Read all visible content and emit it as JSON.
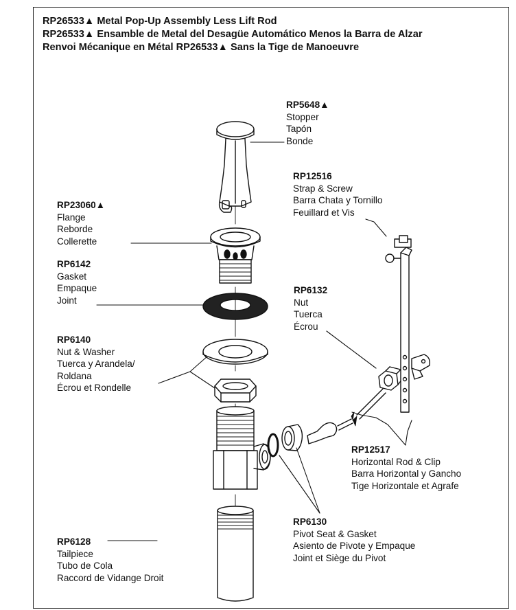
{
  "header": {
    "line1": "RP26533▲ Metal Pop-Up Assembly Less Lift Rod",
    "line2": "RP26533▲ Ensamble de Metal del Desagüe Automático Menos la Barra de Alzar",
    "line3": "Renvoi Mécanique en Métal RP26533▲ Sans la Tige de Manoeuvre"
  },
  "parts": [
    {
      "id": "stopper",
      "part_no": "RP5648▲",
      "names": [
        "Stopper",
        "Tapón",
        "Bonde"
      ]
    },
    {
      "id": "strap",
      "part_no": "RP12516",
      "names": [
        "Strap & Screw",
        "Barra Chata y Tornillo",
        "Feuillard et Vis"
      ]
    },
    {
      "id": "flange",
      "part_no": "RP23060▲",
      "names": [
        "Flange",
        "Reborde",
        "Collerette"
      ]
    },
    {
      "id": "gasket",
      "part_no": "RP6142",
      "names": [
        "Gasket",
        "Empaque",
        "Joint"
      ]
    },
    {
      "id": "nut",
      "part_no": "RP6132",
      "names": [
        "Nut",
        "Tuerca",
        "Écrou"
      ]
    },
    {
      "id": "nut-washer",
      "part_no": "RP6140",
      "names": [
        "Nut & Washer",
        "Tuerca y Arandela/",
        "Roldana",
        "Écrou et Rondelle"
      ]
    },
    {
      "id": "rod-clip",
      "part_no": "RP12517",
      "names": [
        "Horizontal Rod & Clip",
        "Barra Horizontal y Gancho",
        "Tige Horizontale et Agrafe"
      ]
    },
    {
      "id": "pivot-seat",
      "part_no": "RP6130",
      "names": [
        "Pivot Seat & Gasket",
        "Asiento de Pivote y Empaque",
        "Joint et Siège du Pivot"
      ]
    },
    {
      "id": "tailpiece",
      "part_no": "RP6128",
      "names": [
        "Tailpiece",
        "Tubo de Cola",
        "Raccord de Vidange Droit"
      ]
    }
  ]
}
